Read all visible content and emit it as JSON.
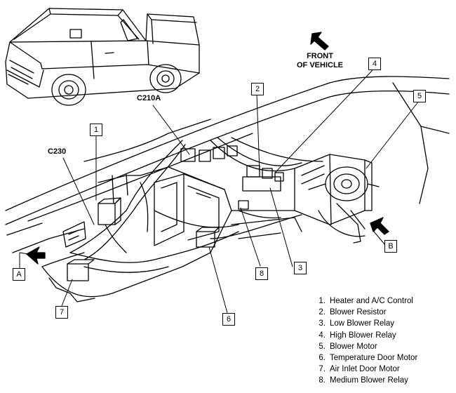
{
  "labels": {
    "front_of_vehicle_line1": "FRONT",
    "front_of_vehicle_line2": "OF VEHICLE",
    "connector_c210a": "C210A",
    "connector_c230": "C230",
    "view_a": "A",
    "view_b": "B"
  },
  "callouts": {
    "c1": "1",
    "c2": "2",
    "c3": "3",
    "c4": "4",
    "c5": "5",
    "c6": "6",
    "c7": "7",
    "c8": "8"
  },
  "legend": [
    {
      "num": "1.",
      "text": "Heater and A/C Control"
    },
    {
      "num": "2.",
      "text": "Blower Resistor"
    },
    {
      "num": "3.",
      "text": "Low Blower Relay"
    },
    {
      "num": "4.",
      "text": "High Blower Relay"
    },
    {
      "num": "5.",
      "text": "Blower Motor"
    },
    {
      "num": "6.",
      "text": "Temperature Door Motor"
    },
    {
      "num": "7.",
      "text": "Air Inlet Door Motor"
    },
    {
      "num": "8.",
      "text": "Medium Blower Relay"
    }
  ]
}
